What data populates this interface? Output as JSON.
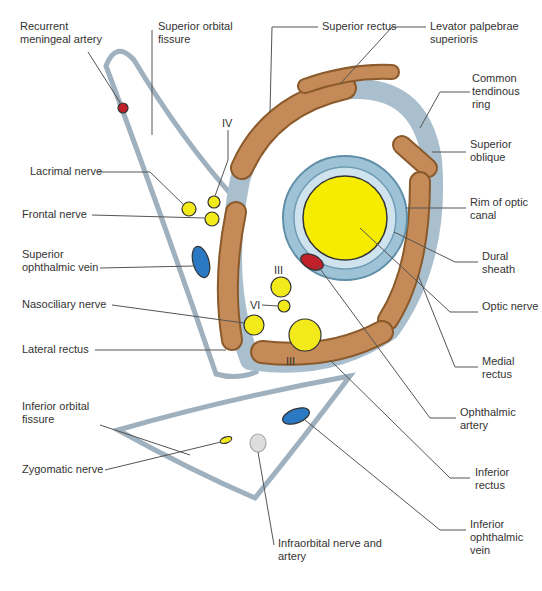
{
  "diagram": {
    "labels": [
      "Recurrent meningeal artery",
      "Superior orbital fissure",
      "Superior rectus",
      "Levator palpebrae superioris",
      "Common tendinous ring",
      "IV",
      "Superior oblique",
      "Lacrimal nerve",
      "Rim of optic canal",
      "Frontal nerve",
      "Dural sheath",
      "Superior ophthalmic vein",
      "III",
      "VI",
      "Nasociliary nerve",
      "Optic nerve",
      "III",
      "Lateral rectus",
      "Medial rectus",
      "Ophthalmic artery",
      "Inferior orbital fissure",
      "Zygomatic nerve",
      "Inferior rectus",
      "Inferior ophthalmic vein",
      "Infraorbital nerve and artery"
    ]
  }
}
